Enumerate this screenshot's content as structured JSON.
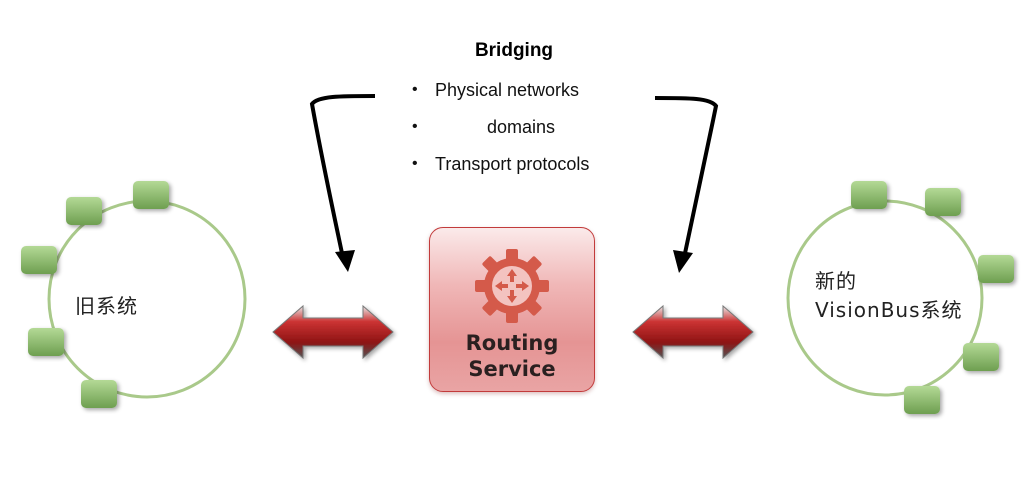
{
  "bridging": {
    "title": "Bridging",
    "items": [
      "Physical networks",
      "domains",
      "Transport protocols"
    ]
  },
  "routing_service": {
    "line1": "Routing",
    "line2": "Service"
  },
  "old_system": {
    "label": "旧系统"
  },
  "new_system": {
    "label_line1": "新的",
    "label_line2": "VisionBus系统"
  },
  "colors": {
    "ring": "#a9c98a",
    "node_top": "#a6cf86",
    "node_bottom": "#6e9f50",
    "arrow_red": "#a81e1e",
    "box_border": "#c23b3b",
    "gear": "#d45a4a"
  }
}
